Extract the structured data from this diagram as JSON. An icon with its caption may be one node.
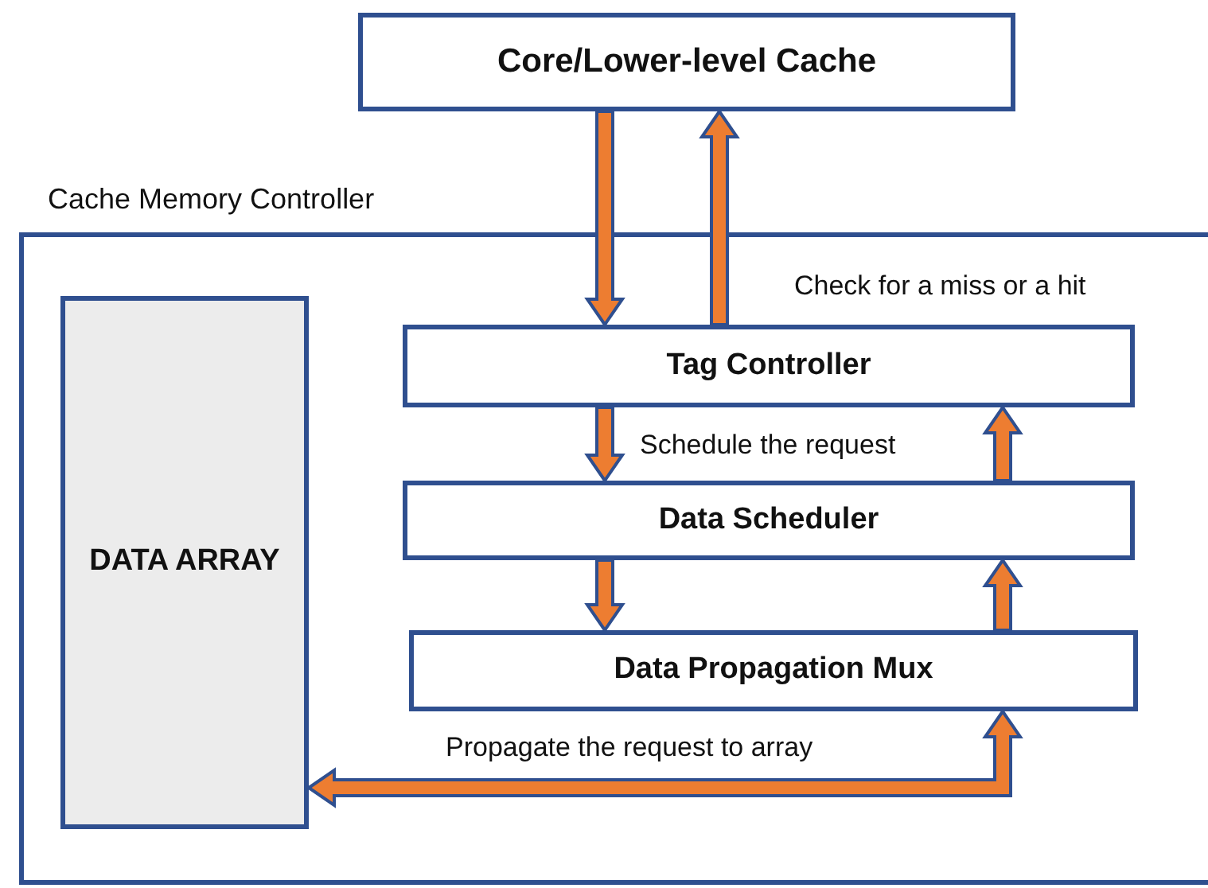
{
  "diagram": {
    "nodes": [
      {
        "text": [
          "Core/Lower-level Cache"
        ]
      },
      {
        "text": [
          "Cache Memory Controller"
        ]
      },
      {
        "text": [
          "DATA ARRAY"
        ],
        "in": 1
      },
      {
        "text": [
          "Tag Controller"
        ],
        "in": 1
      },
      {
        "text": [
          "Data Scheduler"
        ],
        "in": 1
      },
      {
        "text": [
          "Data Propagation Mux"
        ],
        "in": 1
      }
    ],
    "edges": [
      {
        "from": 0,
        "to": 3,
        "arrow": "to"
      },
      {
        "from": 3,
        "to": 0,
        "arrow": "to"
      },
      {
        "from": 3,
        "to": 4,
        "arrow": "to",
        "label": "Schedule the request"
      },
      {
        "from": 4,
        "to": 3,
        "arrow": "to"
      },
      {
        "from": 4,
        "to": 5,
        "arrow": "to"
      },
      {
        "from": 5,
        "to": 4,
        "arrow": "to"
      },
      {
        "from": 2,
        "to": 5,
        "arrow": "both",
        "label": "Propagate the request to array"
      }
    ],
    "labels": [
      "Check for a miss or a hit"
    ]
  }
}
